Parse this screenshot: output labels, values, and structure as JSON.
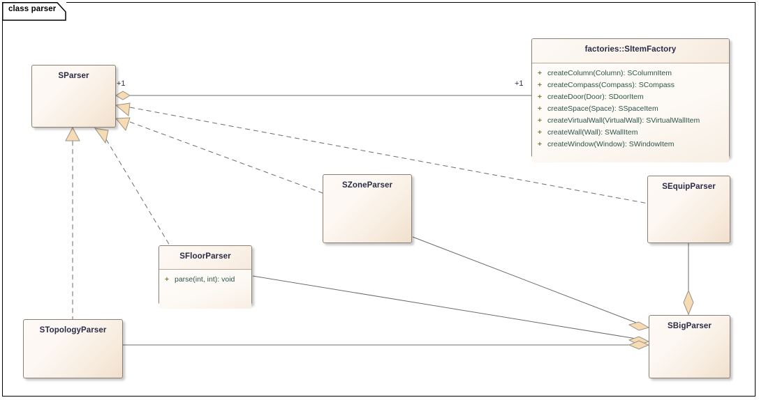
{
  "frame": {
    "label": "class parser"
  },
  "colors": {
    "box_border": "#8a7f74",
    "box_fill_light": "#fdf9f5",
    "box_fill_dark": "#f1dfcc",
    "title_text": "#2b2b46",
    "member_text": "#2d5449",
    "visibility_text": "#7b7a3c",
    "connector": "#6b6b6b",
    "arrow_fill": "#f6dcb4",
    "frame_border": "#000000"
  },
  "classes": [
    {
      "id": "sparser",
      "name": "SParser",
      "members": []
    },
    {
      "id": "sitemfactory",
      "name": "factories::SItemFactory",
      "members": [
        {
          "visibility": "+",
          "signature": "createColumn(Column): SColumnItem"
        },
        {
          "visibility": "+",
          "signature": "createCompass(Compass): SCompass"
        },
        {
          "visibility": "+",
          "signature": "createDoor(Door): SDoorItem"
        },
        {
          "visibility": "+",
          "signature": "createSpace(Space): SSpaceItem"
        },
        {
          "visibility": "+",
          "signature": "createVirtualWall(VirtualWall): SVirtualWallItem"
        },
        {
          "visibility": "+",
          "signature": "createWall(Wall): SWallItem"
        },
        {
          "visibility": "+",
          "signature": "createWindow(Window): SWindowItem"
        }
      ]
    },
    {
      "id": "szoneparser",
      "name": "SZoneParser",
      "members": []
    },
    {
      "id": "sequipparser",
      "name": "SEquipParser",
      "members": []
    },
    {
      "id": "sfloorparser",
      "name": "SFloorParser",
      "members": [
        {
          "visibility": "+",
          "signature": "parse(int, int): void"
        }
      ]
    },
    {
      "id": "stopologyparser",
      "name": "STopologyParser",
      "members": []
    },
    {
      "id": "sbigparser",
      "name": "SBigParser",
      "members": []
    }
  ],
  "edge_labels": [
    {
      "id": "mult-sparser",
      "text": "+1"
    },
    {
      "id": "mult-sitemfactory",
      "text": "+1"
    }
  ],
  "relationships": [
    {
      "from": "sparser",
      "to": "sitemfactory",
      "type": "aggregation",
      "style": "solid",
      "source_multiplicity": "+1",
      "target_multiplicity": "+1"
    },
    {
      "from": "sequipparser",
      "to": "sparser",
      "type": "realization",
      "style": "dashed"
    },
    {
      "from": "szoneparser",
      "to": "sparser",
      "type": "realization",
      "style": "dashed"
    },
    {
      "from": "sfloorparser",
      "to": "sparser",
      "type": "realization",
      "style": "dashed"
    },
    {
      "from": "stopologyparser",
      "to": "sparser",
      "type": "realization",
      "style": "dashed"
    },
    {
      "from": "sbigparser",
      "to": "sequipparser",
      "type": "aggregation",
      "style": "solid"
    },
    {
      "from": "sbigparser",
      "to": "szoneparser",
      "type": "aggregation",
      "style": "solid"
    },
    {
      "from": "sbigparser",
      "to": "sfloorparser",
      "type": "aggregation",
      "style": "solid"
    },
    {
      "from": "sbigparser",
      "to": "stopologyparser",
      "type": "aggregation",
      "style": "solid"
    }
  ]
}
